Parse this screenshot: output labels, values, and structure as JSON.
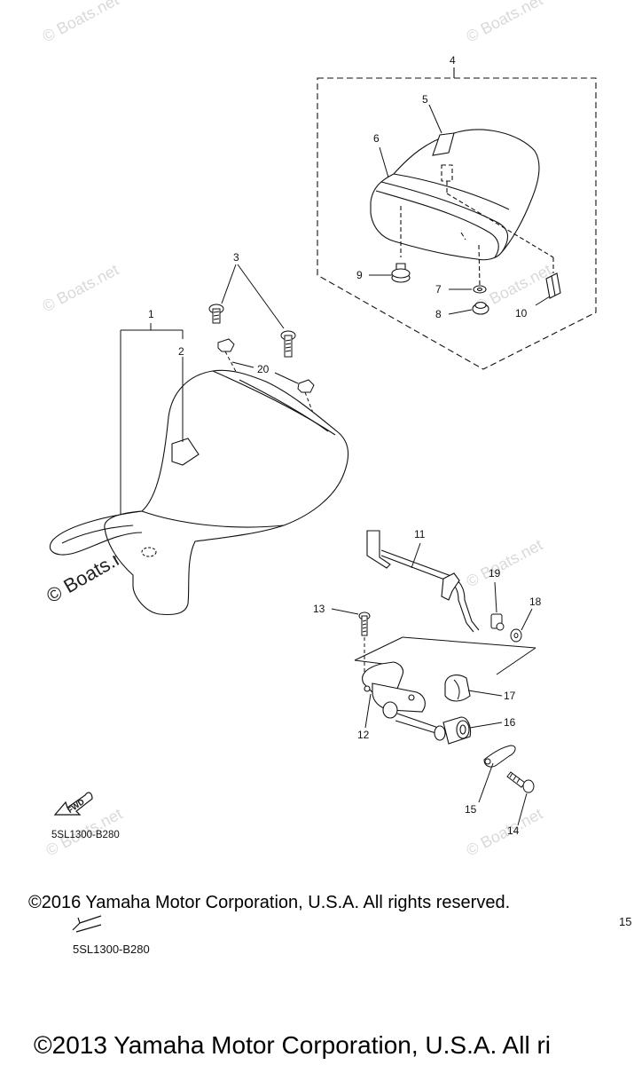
{
  "watermarks": {
    "text": "© Boats.net",
    "main": "© Boats.net"
  },
  "callouts": {
    "n1": "1",
    "n2": "2",
    "n3": "3",
    "n4": "4",
    "n5": "5",
    "n6": "6",
    "n7": "7",
    "n8": "8",
    "n9": "9",
    "n10": "10",
    "n11": "11",
    "n12": "12",
    "n13": "13",
    "n14": "14",
    "n15": "15",
    "n16": "16",
    "n17": "17",
    "n18": "18",
    "n19": "19",
    "n20": "20"
  },
  "fwd_label": "FWD",
  "diagram_code": "5SL1300-B280",
  "copyright_2016": "©2016 Yamaha Motor Corporation, U.S.A. All rights reserved.",
  "lower_fragment": {
    "callout": "15",
    "code": "5SL1300-B280"
  },
  "copyright_2013": "©2013 Yamaha Motor Corporation, U.S.A. All ri"
}
